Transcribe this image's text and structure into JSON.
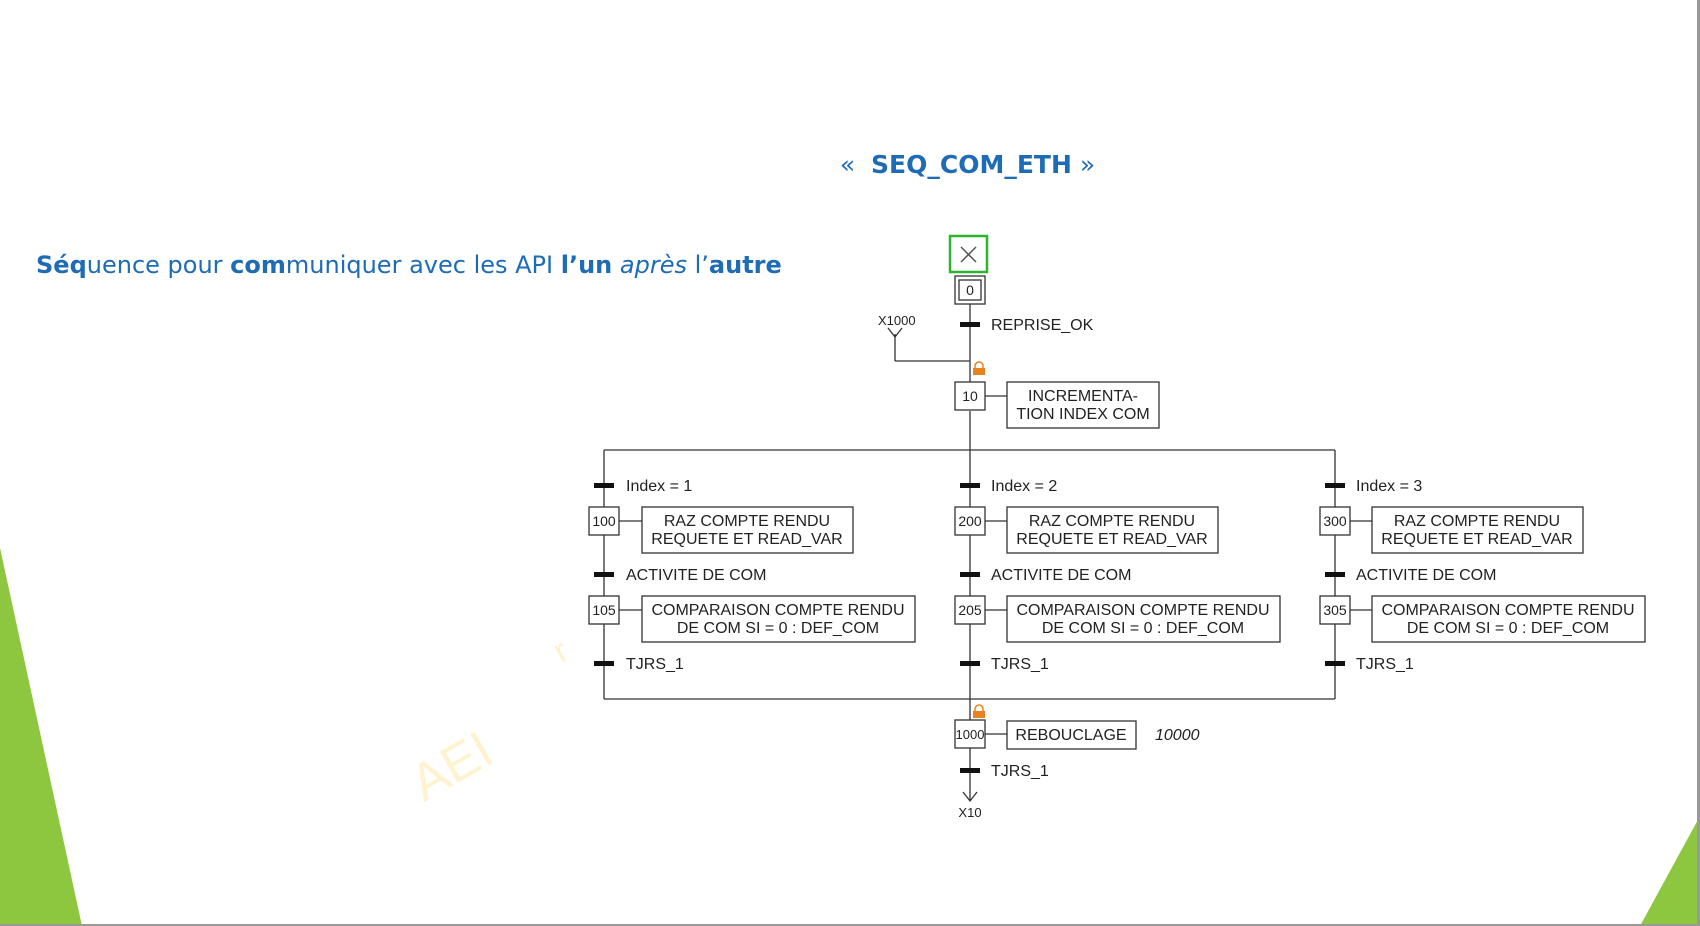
{
  "slide": {
    "title": "SEQ_COM_ETH",
    "title_open_quote": "«",
    "title_close_quote": "»",
    "subtitle_parts": [
      "Séq",
      "uence pour ",
      "com",
      "muniquer avec les API ",
      "l’un",
      " ",
      "après",
      " l’",
      "autre"
    ],
    "watermark": "AEI"
  },
  "colors": {
    "accent_blue": "#1E6CB5",
    "green_shape": "#8DC63F",
    "initial_step_border": "#2DB52D",
    "lock_icon": "#E8821E",
    "diagram_line": "#333333"
  },
  "diagram": {
    "initial_step": "0",
    "transition_reprise": "REPRISE_OK",
    "jump_from": "X1000",
    "step_10": "10",
    "step_10_action_line1": "INCREMENTA-",
    "step_10_action_line2": "TION INDEX COM",
    "branches": [
      {
        "condition": "Index = 1",
        "step_a": "100",
        "step_a_action_line1": "RAZ COMPTE RENDU",
        "step_a_action_line2": "REQUETE ET READ_VAR",
        "transition_a": "ACTIVITE DE COM",
        "step_b": "105",
        "step_b_action_line1": "COMPARAISON COMPTE RENDU",
        "step_b_action_line2": "DE COM SI = 0 : DEF_COM",
        "transition_b": "TJRS_1"
      },
      {
        "condition": "Index = 2",
        "step_a": "200",
        "step_a_action_line1": "RAZ COMPTE RENDU",
        "step_a_action_line2": "REQUETE ET READ_VAR",
        "transition_a": "ACTIVITE DE COM",
        "step_b": "205",
        "step_b_action_line1": "COMPARAISON COMPTE RENDU",
        "step_b_action_line2": "DE COM SI = 0 : DEF_COM",
        "transition_b": "TJRS_1"
      },
      {
        "condition": "Index = 3",
        "step_a": "300",
        "step_a_action_line1": "RAZ COMPTE RENDU",
        "step_a_action_line2": "REQUETE ET READ_VAR",
        "transition_a": "ACTIVITE DE COM",
        "step_b": "305",
        "step_b_action_line1": "COMPARAISON COMPTE RENDU",
        "step_b_action_line2": "DE COM SI = 0 : DEF_COM",
        "transition_b": "TJRS_1"
      }
    ],
    "step_1000": "1000",
    "step_1000_action": "REBOUCLAGE",
    "step_1000_time": "10000",
    "transition_final": "TJRS_1",
    "jump_to": "X10"
  }
}
